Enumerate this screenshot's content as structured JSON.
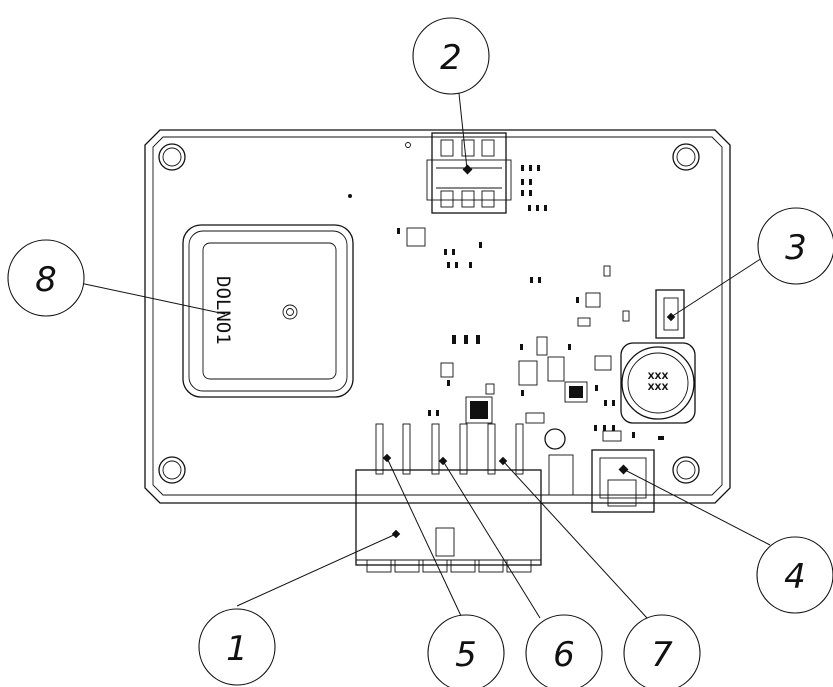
{
  "antenna_marking": "DOLNO1",
  "inductor_marking": [
    "XXX",
    "XXX"
  ],
  "callouts": [
    "1",
    "2",
    "3",
    "4",
    "5",
    "6",
    "7",
    "8"
  ]
}
